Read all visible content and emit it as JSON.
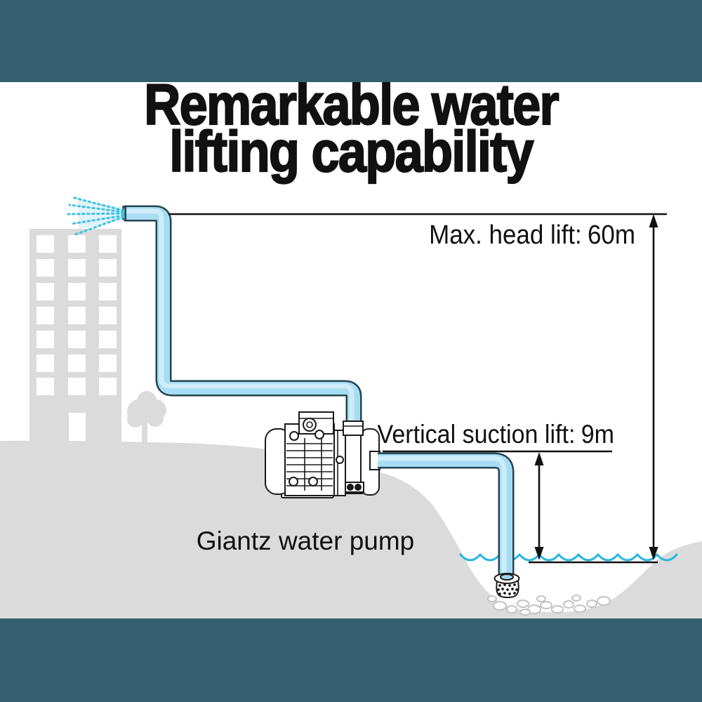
{
  "title": {
    "line1": "Remarkable water",
    "line2": "lifting capability"
  },
  "annotations": {
    "head_lift": {
      "label": "Max. head lift:",
      "value": "60m"
    },
    "suction_lift": {
      "label": "Vertical suction lift:",
      "value": "9m"
    }
  },
  "caption": {
    "pump": "Giantz water pump"
  },
  "colors": {
    "frame_teal": "#355f6e",
    "silhouette_gray": "#dbdbdb",
    "pipe_blue": "#a6ddf3",
    "pipe_outline": "#24444f",
    "wave_cyan": "#2ab5df",
    "spray_cyan": "#3fc1e3",
    "ink": "#111111"
  },
  "diagram_elements": [
    "city-building-silhouette",
    "tree-silhouette",
    "ground-silhouette",
    "water-spray",
    "discharge-pipe",
    "water-pump-illustration",
    "suction-pipe",
    "foot-valve-strainer",
    "water-surface-waves",
    "pebble-stones",
    "head-lift-dimension",
    "suction-lift-dimension"
  ]
}
